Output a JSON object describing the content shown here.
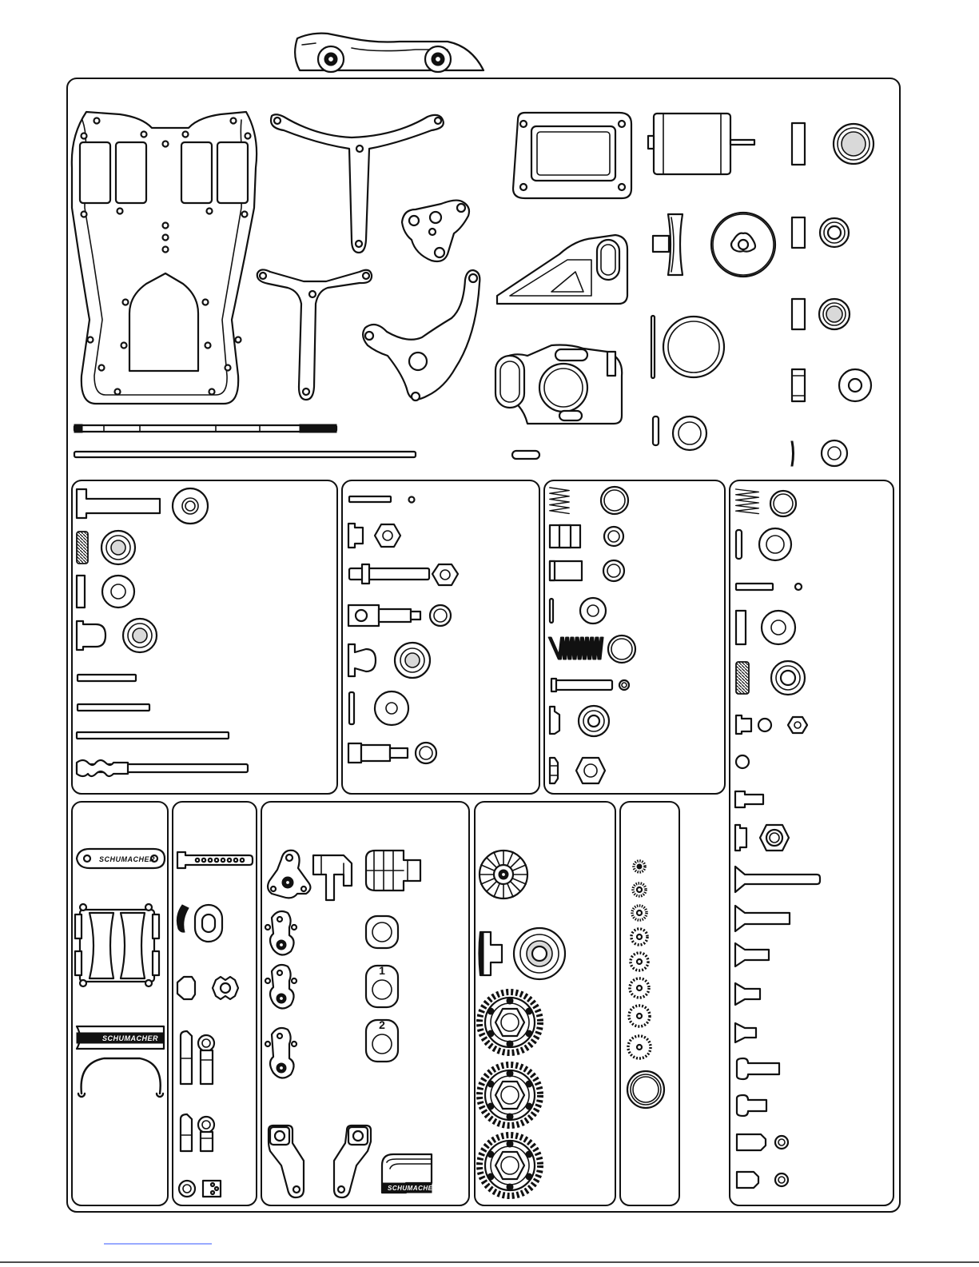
{
  "diagram": {
    "labels": {
      "washer_1": "1",
      "washer_2": "2"
    },
    "logo_text": "SCHUMACHER"
  }
}
